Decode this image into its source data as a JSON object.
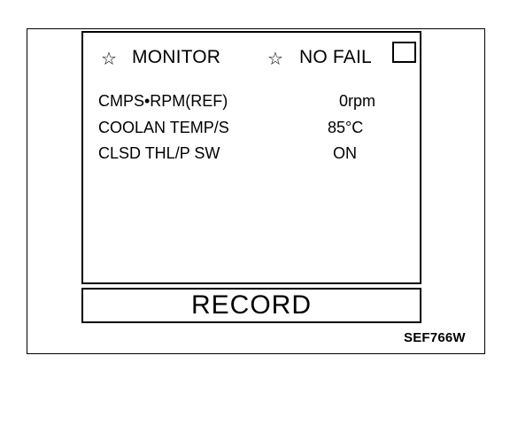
{
  "header": {
    "monitor_label": "MONITOR",
    "status_label": "NO FAIL",
    "star_icon": "star-outline-icon"
  },
  "rows": [
    {
      "label": "CMPS•RPM(REF)",
      "value": "0rpm"
    },
    {
      "label": "COOLAN TEMP/S",
      "value": "85°C"
    },
    {
      "label": "CLSD THL/P SW",
      "value": "ON"
    }
  ],
  "record_label": "RECORD",
  "figure_code": "SEF766W"
}
